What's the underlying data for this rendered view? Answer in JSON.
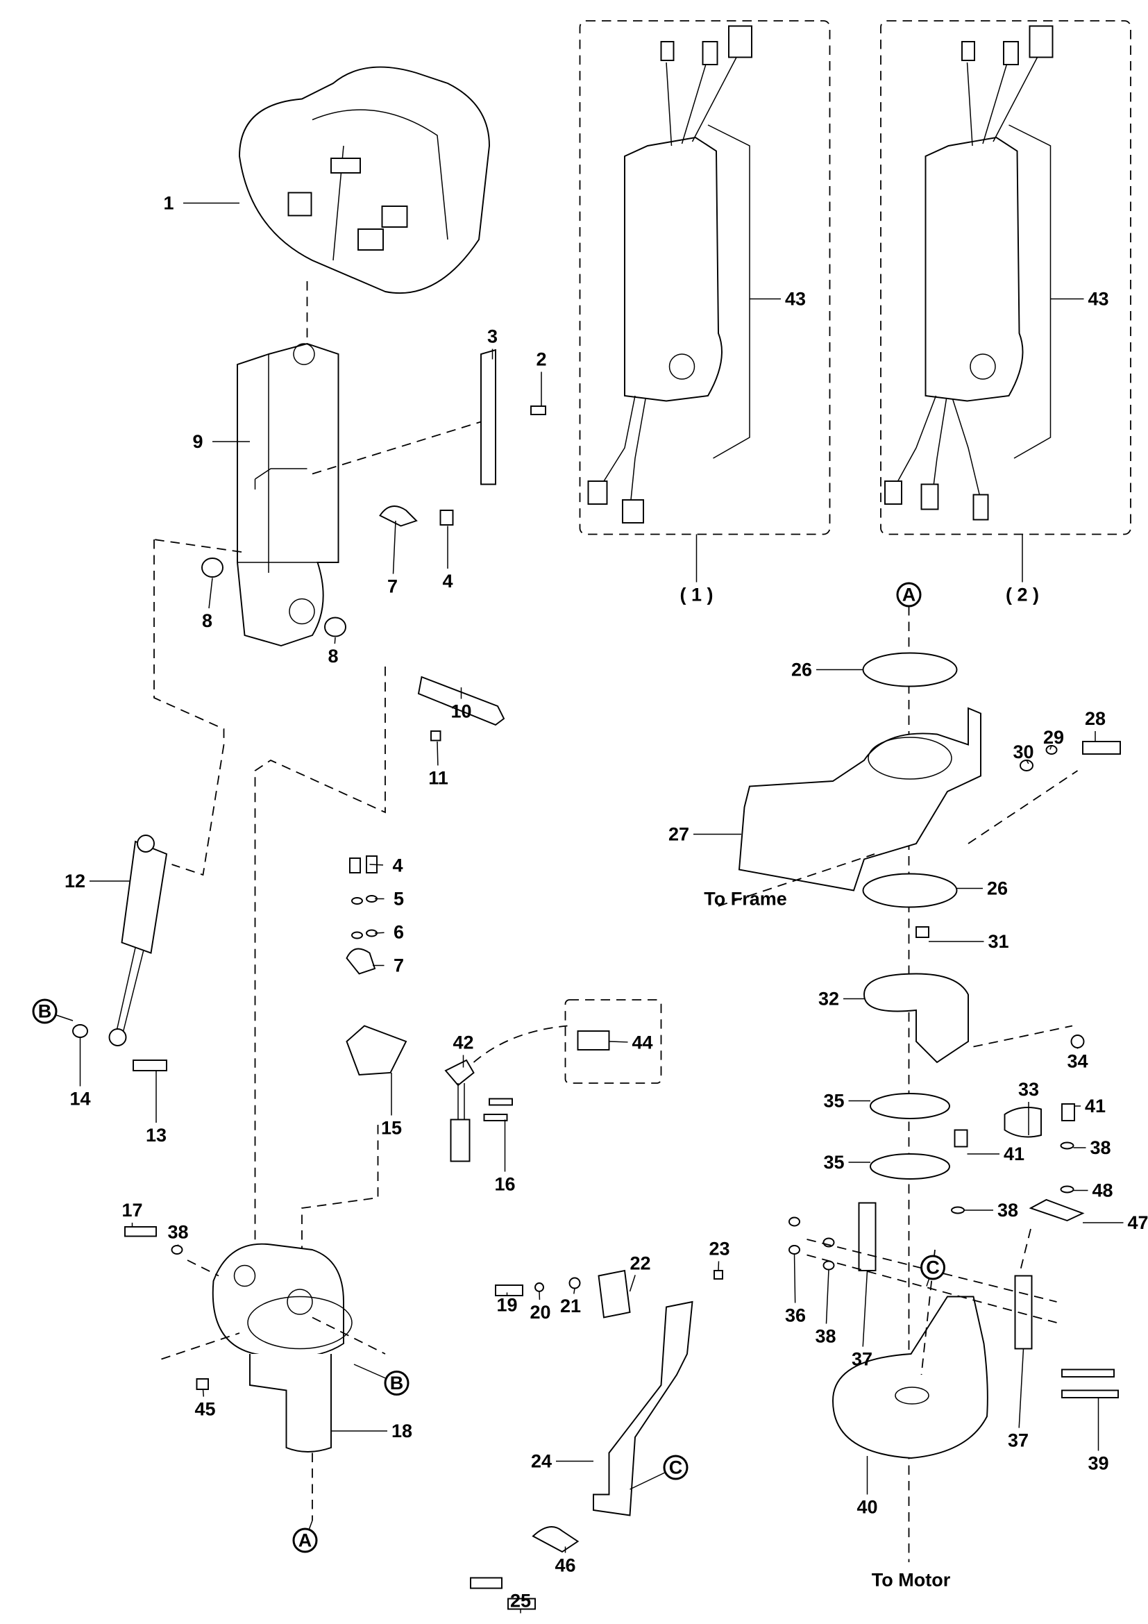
{
  "diagram": {
    "callouts": [
      "1",
      "3",
      "2",
      "9",
      "7",
      "4",
      "8",
      "8",
      "10",
      "11",
      "12",
      "4",
      "5",
      "6",
      "7",
      "14",
      "13",
      "42",
      "44",
      "15",
      "16",
      "17",
      "38",
      "45",
      "18",
      "22",
      "23",
      "19",
      "20",
      "21",
      "24",
      "46",
      "25",
      "43",
      "43",
      "26",
      "28",
      "29",
      "30",
      "27",
      "26",
      "31",
      "32",
      "34",
      "33",
      "35",
      "41",
      "41",
      "35",
      "38",
      "48",
      "38",
      "47",
      "36",
      "38",
      "37",
      "37",
      "39",
      "40"
    ],
    "reference_marks": [
      "B",
      "B",
      "A",
      "C",
      "A",
      "C"
    ],
    "variant_labels": [
      "( 1 )",
      "( 2 )"
    ],
    "notes": [
      "To Frame",
      "To Motor"
    ]
  }
}
